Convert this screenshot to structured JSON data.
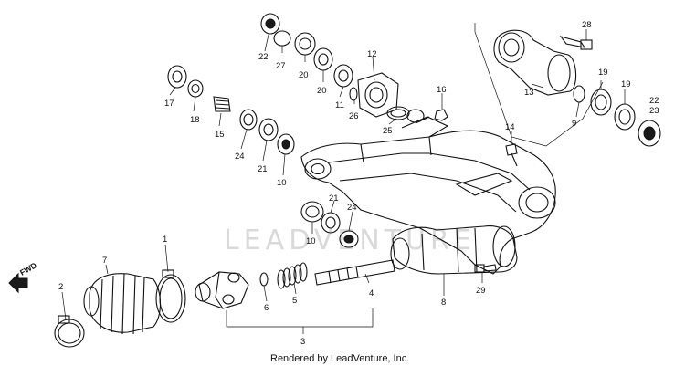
{
  "watermark": "LEADVENTURE",
  "caption": "Rendered by LeadVenture, Inc.",
  "fwd_label": "FWD",
  "callouts": [
    {
      "id": "c28",
      "text": "28"
    },
    {
      "id": "c22a",
      "text": "22"
    },
    {
      "id": "c27",
      "text": "27"
    },
    {
      "id": "c20a",
      "text": "20"
    },
    {
      "id": "c20b",
      "text": "20"
    },
    {
      "id": "c12",
      "text": "12"
    },
    {
      "id": "c17",
      "text": "17"
    },
    {
      "id": "c18",
      "text": "18"
    },
    {
      "id": "c15",
      "text": "15"
    },
    {
      "id": "c11",
      "text": "11"
    },
    {
      "id": "c26",
      "text": "26"
    },
    {
      "id": "c16",
      "text": "16"
    },
    {
      "id": "c13",
      "text": "13"
    },
    {
      "id": "c19a",
      "text": "19"
    },
    {
      "id": "c19b",
      "text": "19"
    },
    {
      "id": "c9",
      "text": "9"
    },
    {
      "id": "c22b",
      "text": "22"
    },
    {
      "id": "c23",
      "text": "23"
    },
    {
      "id": "c24a",
      "text": "24"
    },
    {
      "id": "c21a",
      "text": "21"
    },
    {
      "id": "c10a",
      "text": "10"
    },
    {
      "id": "c25",
      "text": "25"
    },
    {
      "id": "c14",
      "text": "14"
    },
    {
      "id": "c21b",
      "text": "21"
    },
    {
      "id": "c24b",
      "text": "24"
    },
    {
      "id": "c10b",
      "text": "10"
    },
    {
      "id": "c1",
      "text": "1"
    },
    {
      "id": "c7",
      "text": "7"
    },
    {
      "id": "c2",
      "text": "2"
    },
    {
      "id": "c6",
      "text": "6"
    },
    {
      "id": "c5",
      "text": "5"
    },
    {
      "id": "c4",
      "text": "4"
    },
    {
      "id": "c3",
      "text": "3"
    },
    {
      "id": "c8",
      "text": "8"
    },
    {
      "id": "c29",
      "text": "29"
    }
  ]
}
